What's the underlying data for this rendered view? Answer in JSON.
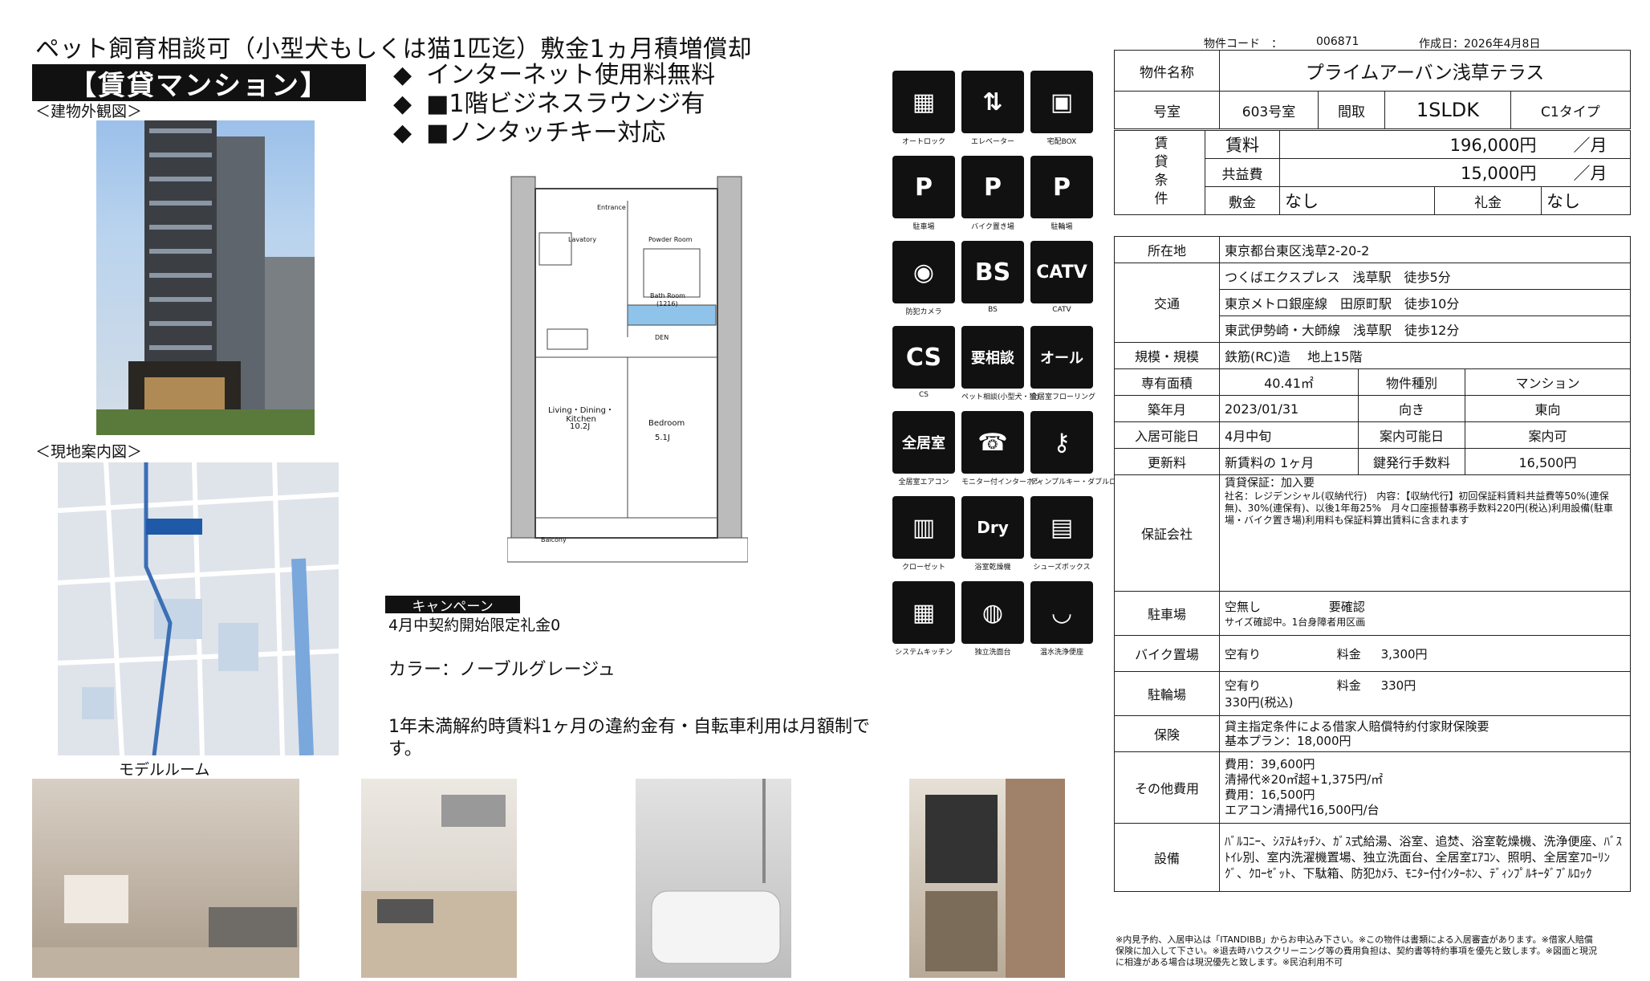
{
  "header": {
    "headline": "ペット飼育相談可（小型犬もしくは猫1匹迄）敷金1ヵ月積増償却",
    "type_badge": "【賃貸マンション】",
    "bullets": [
      "インターネット使用料無料",
      "■1階ビジネスラウンジ有",
      "■ノンタッチキー対応"
    ]
  },
  "labels": {
    "exterior": "＜建物外観図＞",
    "map": "＜現地案内図＞",
    "model_room": "モデルルーム"
  },
  "campaign": {
    "badge": "キャンペーン",
    "text": "4月中契約開始限定礼金0",
    "color": "カラー：ノーブルグレージュ",
    "note": "1年未満解約時賃料1ヶ月の違約金有・自転車利用は月額制です。"
  },
  "floorplan": {
    "rooms": [
      "Living・Dining・Kitchen",
      "10.2J",
      "Bedroom",
      "5.1J",
      "Bath Room",
      "(1216)",
      "Lavatory",
      "Powder Room",
      "DEN",
      "Entrance",
      "Balcony"
    ]
  },
  "icons": [
    {
      "name": "autolock-icon",
      "label": "オートロック",
      "glyph": "▦"
    },
    {
      "name": "elevator-icon",
      "label": "エレベーター",
      "glyph": "⇅"
    },
    {
      "name": "delivery-box-icon",
      "label": "宅配BOX",
      "glyph": "▣"
    },
    {
      "name": "parking-icon",
      "label": "駐車場",
      "glyph": "P"
    },
    {
      "name": "bike-parking-icon",
      "label": "バイク置き場",
      "glyph": "P"
    },
    {
      "name": "bicycle-parking-icon",
      "label": "駐輪場",
      "glyph": "P"
    },
    {
      "name": "security-camera-icon",
      "label": "防犯カメラ",
      "glyph": "◉"
    },
    {
      "name": "bs-icon",
      "label": "BS",
      "glyph": "BS"
    },
    {
      "name": "catv-icon",
      "label": "CATV",
      "glyph": "CATV"
    },
    {
      "name": "cs-icon",
      "label": "CS",
      "glyph": "CS"
    },
    {
      "name": "pet-consult-icon",
      "label": "ペット相談(小型犬・猫)",
      "glyph": "要相談"
    },
    {
      "name": "flooring-icon",
      "label": "全居室フローリング",
      "glyph": "オール"
    },
    {
      "name": "air-conditioner-icon",
      "label": "全居室エアコン",
      "glyph": "全居室"
    },
    {
      "name": "intercom-icon",
      "label": "モニター付インターホン",
      "glyph": "☎"
    },
    {
      "name": "dimple-key-icon",
      "label": "ディンプルキー・ダブルロック",
      "glyph": "⚷"
    },
    {
      "name": "closet-icon",
      "label": "クローゼット",
      "glyph": "▥"
    },
    {
      "name": "bath-dryer-icon",
      "label": "浴室乾燥機",
      "glyph": "Dry"
    },
    {
      "name": "shoebox-icon",
      "label": "シューズボックス",
      "glyph": "▤"
    },
    {
      "name": "system-kitchen-icon",
      "label": "システムキッチン",
      "glyph": "▦"
    },
    {
      "name": "vanity-icon",
      "label": "独立洗面台",
      "glyph": "◍"
    },
    {
      "name": "washlet-icon",
      "label": "温水洗浄便座",
      "glyph": "◡"
    }
  ],
  "meta": {
    "code_label": "物件コード　：",
    "code": "006871",
    "created": "作成日：2026年4月8日"
  },
  "spec": {
    "name_label": "物件名称",
    "name": "プライムアーバン浅草テラス",
    "room_label": "号室",
    "room": "603号室",
    "layout_label": "間取",
    "layout": "1SLDK",
    "layout_type": "C1タイプ",
    "conditions_label": "賃貸条件",
    "rent_label": "賃料",
    "rent": "196,000円",
    "common_label": "共益費",
    "common": "15,000円",
    "per_month": "／月",
    "deposit_label": "敷金",
    "deposit": "なし",
    "key_money_label": "礼金",
    "key_money": "なし",
    "address_label": "所在地",
    "address": "東京都台東区浅草2-20-2",
    "transit_label": "交通",
    "transit": [
      "つくばエクスプレス　浅草駅　徒歩5分",
      "東京メトロ銀座線　田原町駅　徒歩10分",
      "東武伊勢崎・大師線　浅草駅　徒歩12分"
    ],
    "structure_label": "規模・規模",
    "structure": "鉄筋(RC)造　 地上15階",
    "area_label": "専有面積",
    "area": "40.41㎡",
    "kind_label": "物件種別",
    "kind": "マンション",
    "built_label": "築年月",
    "built": "2023/01/31",
    "direction_label": "向き",
    "direction": "東向",
    "move_in_label": "入居可能日",
    "move_in": "4月中旬",
    "viewing_label": "案内可能日",
    "viewing": "案内可",
    "renewal_label": "更新料",
    "renewal": "新賃料の 1ヶ月",
    "key_fee_label": "鍵発行手数料",
    "key_fee": "16,500円",
    "guarantor_label": "保証会社",
    "guarantor_head": "賃貸保証：加入要",
    "guarantor_text": "社名：レジデンシャル(収納代行)　内容：【収納代行】初回保証料賃料共益費等50%(連保無)、30%(連保有)、以後1年毎25%　月々口座振替事務手数料220円(税込)利用設備(駐車場・バイク置き場)利用料も保証料算出賃料に含まれます",
    "car_label": "駐車場",
    "car": "空無し",
    "car_check": "要確認",
    "car_note": "サイズ確認中。1台身障者用区画",
    "moto_label": "バイク置場",
    "moto": "空有り",
    "fee_label": "料金",
    "moto_fee": "3,300円",
    "cycle_label": "駐輪場",
    "cycle": "空有り",
    "cycle_fee": "330円",
    "cycle_note": "330円(税込)",
    "insurance_label": "保険",
    "insurance": [
      "貸主指定条件による借家人賠償特約付家財保険要",
      "基本プラン：18,000円"
    ],
    "other_label": "その他費用",
    "other": [
      "費用：39,600円",
      "清掃代※20㎡超+1,375円/㎡",
      "費用：16,500円",
      "エアコン清掃代16,500円/台"
    ],
    "equipment_label": "設備",
    "equipment": "ﾊﾞﾙｺﾆｰ、ｼｽﾃﾑｷｯﾁﾝ、ｶﾞｽ式給湯、浴室、追焚、浴室乾燥機、洗浄便座、ﾊﾞｽﾄｲﾚ別、室内洗濯機置場、独立洗面台、全居室ｴｱｺﾝ、照明、全居室ﾌﾛｰﾘﾝｸﾞ、ｸﾛｰｾﾞｯﾄ、下駄箱、防犯ｶﾒﾗ、ﾓﾆﾀｰ付ｲﾝﾀｰﾎﾝ、ﾃﾞｨﾝﾌﾟﾙｷｰﾀﾞﾌﾞﾙﾛｯｸ"
  },
  "footnote": "※内見予約、入居申込は「ITANDIBB」からお申込み下さい。※この物件は書類による入居審査があります。※借家人賠償保険に加入して下さい。※退去時ハウスクリーニング等の費用負担は、契約書等特約事項を優先と致します。※図面と現況に相違がある場合は現況優先と致します。※民泊利用不可"
}
